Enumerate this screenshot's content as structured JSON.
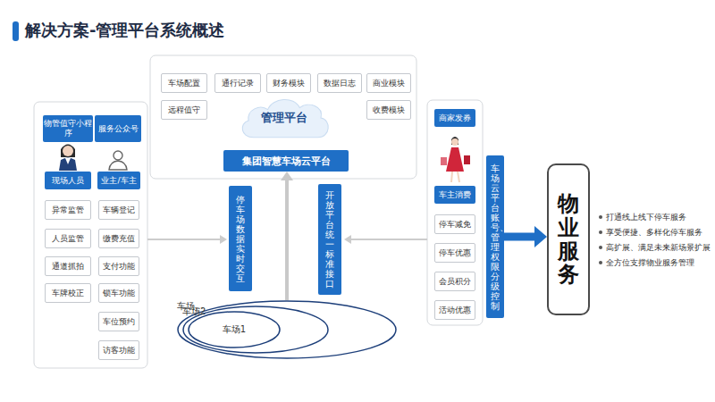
{
  "diagram": {
    "title": "解决方案-管理平台系统概述",
    "nodes": [
      {
        "text": [
          "车场配置"
        ]
      },
      {
        "text": [
          "通行记录"
        ]
      },
      {
        "text": [
          "财务模块"
        ]
      },
      {
        "text": [
          "数据日志"
        ]
      },
      {
        "text": [
          "商业模块"
        ]
      },
      {
        "text": [
          "远程值守"
        ]
      },
      {
        "text": [
          "收费模块"
        ]
      },
      {
        "text": [
          "管理平台"
        ]
      },
      {
        "text": [
          "集团智慧车场云平台"
        ]
      },
      {
        "text": [
          "物管值守小程序"
        ]
      },
      {
        "text": [
          "服务公众号"
        ]
      },
      {
        "text": [
          "现场人员"
        ]
      },
      {
        "text": [
          "业主/车主"
        ]
      },
      {
        "text": [
          "异常监管"
        ]
      },
      {
        "text": [
          "人员监管"
        ]
      },
      {
        "text": [
          "通道抓拍"
        ]
      },
      {
        "text": [
          "车牌校正"
        ]
      },
      {
        "text": [
          "车辆登记"
        ]
      },
      {
        "text": [
          "缴费充值"
        ]
      },
      {
        "text": [
          "支付功能"
        ]
      },
      {
        "text": [
          "锁车功能"
        ]
      },
      {
        "text": [
          "车位预约"
        ]
      },
      {
        "text": [
          "访客功能"
        ]
      },
      {
        "text": [
          "停车场数据实时交互"
        ]
      },
      {
        "text": [
          "开放平台统一标准接口"
        ]
      },
      {
        "text": [
          "车场..."
        ]
      },
      {
        "text": [
          "车场2"
        ],
        "in": 25
      },
      {
        "text": [
          "车场1"
        ],
        "in": 26
      },
      {
        "text": [
          "商家发券"
        ]
      },
      {
        "text": [
          "车主消费"
        ]
      },
      {
        "text": [
          "停车减免"
        ]
      },
      {
        "text": [
          "停车优惠"
        ]
      },
      {
        "text": [
          "会员积分"
        ]
      },
      {
        "text": [
          "活动优惠"
        ]
      },
      {
        "text": [
          "车场云平台账号、管理权限分级控制"
        ]
      },
      {
        "text": [
          "物业服务"
        ]
      }
    ],
    "edges": [
      {
        "from": 25,
        "to": 8,
        "arrow": "to"
      },
      {
        "from": 34,
        "to": 35,
        "arrow": "to"
      }
    ],
    "labels": [
      "打通线上线下停车服务",
      "享受便捷、多样化停车服务",
      "高扩展、满足未来新场景扩展",
      "全方位支撑物业服务管理"
    ]
  }
}
